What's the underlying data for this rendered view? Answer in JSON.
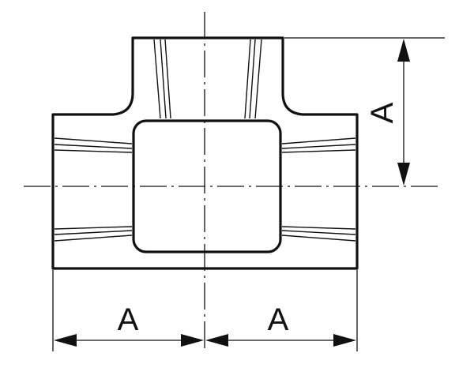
{
  "drawing": {
    "dimensions": {
      "bottom_left": "A",
      "bottom_right": "A",
      "right_vertical": "A"
    }
  }
}
